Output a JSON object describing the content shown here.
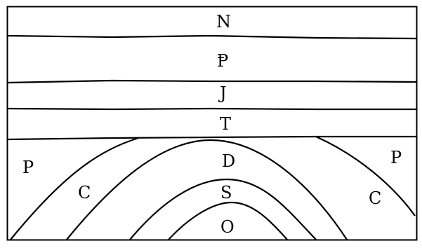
{
  "labels": {
    "N": "N",
    "P_top": "Ᵽ",
    "J": "J",
    "T": "T",
    "P_left": "P",
    "P_right": "P",
    "C_left": "C",
    "C_right": "C",
    "D": "D",
    "S": "S",
    "O": "O"
  },
  "colors": {
    "line": "#000000",
    "background": "#ffffff"
  }
}
